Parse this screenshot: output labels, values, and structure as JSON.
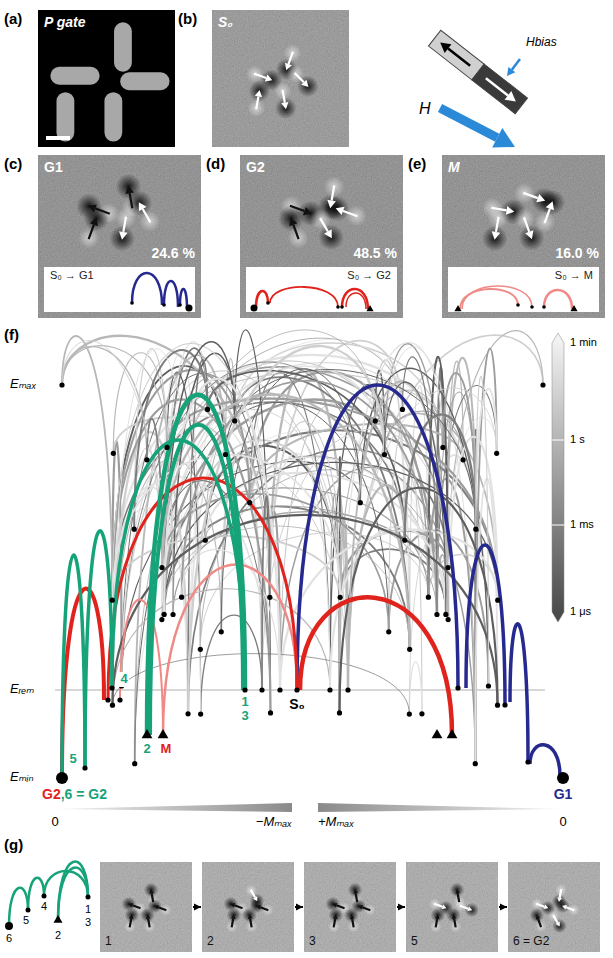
{
  "diagram": {
    "nodes": [
      {
        "text": [
          "(a)",
          "P gate"
        ]
      },
      {
        "text": [
          "(b)",
          "S₀"
        ]
      },
      {
        "text": [
          "(c)",
          "G1",
          "24.6 %"
        ]
      },
      {
        "text": [
          "S₀ → G1"
        ],
        "in": 2
      },
      {
        "text": [
          "(d)",
          "G2",
          "48.5 %"
        ]
      },
      {
        "text": [
          "S₀ → G2"
        ],
        "in": 4
      },
      {
        "text": [
          "(e)",
          "M",
          "16.0 %"
        ]
      },
      {
        "text": [
          "S₀ → M"
        ],
        "in": 6
      },
      {
        "text": [
          "1"
        ]
      },
      {
        "text": [
          "2"
        ]
      },
      {
        "text": [
          "3"
        ]
      },
      {
        "text": [
          "5"
        ]
      },
      {
        "text": [
          "6 = G2"
        ]
      }
    ],
    "edges": [
      {
        "from": 8,
        "to": 9,
        "arrow": "to"
      },
      {
        "from": 9,
        "to": 10,
        "arrow": "to"
      },
      {
        "from": 10,
        "to": 11,
        "arrow": "to"
      },
      {
        "from": 11,
        "to": 12,
        "arrow": "to"
      }
    ],
    "labels": [
      "Hbias",
      "H",
      "(f)",
      "Eₘₐₓ",
      "Eᵣₑₘ",
      "Eₘᵢₙ",
      "S₀",
      "G2",
      ",6 = G2",
      "G1",
      "M",
      "1",
      "3",
      "2",
      "4",
      "5",
      "0",
      "−Mₘₐₓ",
      "+Mₘₐₓ",
      "0",
      "1 min",
      "1 s",
      "1 ms",
      "1 μs",
      "(g)",
      "5",
      "4",
      "6",
      "2",
      "1",
      "3"
    ]
  }
}
